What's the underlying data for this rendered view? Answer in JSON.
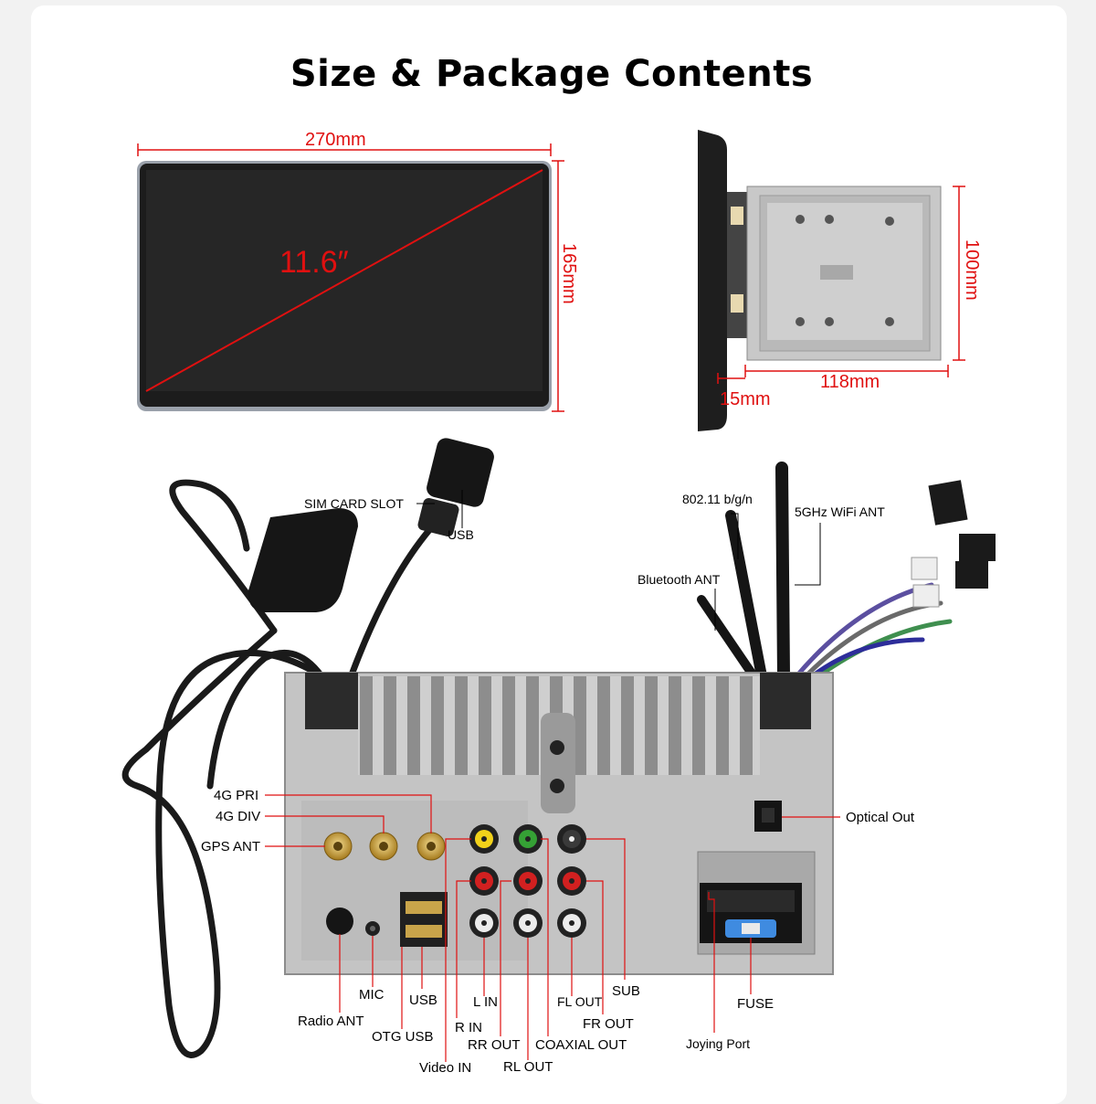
{
  "title": "Size & Package Contents",
  "dimensions": {
    "width": "270mm",
    "height": "165mm",
    "diagonal": "11.6″",
    "unit_height": "100mm",
    "unit_depth": "118mm",
    "panel_depth": "15mm"
  },
  "labels": {
    "sim_card_slot": "SIM CARD SLOT",
    "usb_top": "USB",
    "wifi_2g": "802.11 b/g/n",
    "wifi_5g": "5GHz WiFi ANT",
    "bluetooth": "Bluetooth ANT",
    "pri_4g": "4G PRI",
    "div_4g": "4G DIV",
    "gps": "GPS ANT",
    "optical": "Optical Out",
    "mic": "MIC",
    "radio_ant": "Radio ANT",
    "usb_bottom": "USB",
    "otg_usb": "OTG USB",
    "l_in": "L IN",
    "r_in": "R IN",
    "video_in": "Video IN",
    "rr_out": "RR OUT",
    "rl_out": "RL OUT",
    "fl_out": "FL OUT",
    "fr_out": "FR OUT",
    "coaxial_out": "COAXIAL OUT",
    "sub": "SUB",
    "fuse": "FUSE",
    "joying_port": "Joying Port"
  },
  "colors": {
    "dimension": "#e01010",
    "screen": "#1c1c1c",
    "chassis": "#c4c4c4",
    "gold": "#c9a032"
  }
}
